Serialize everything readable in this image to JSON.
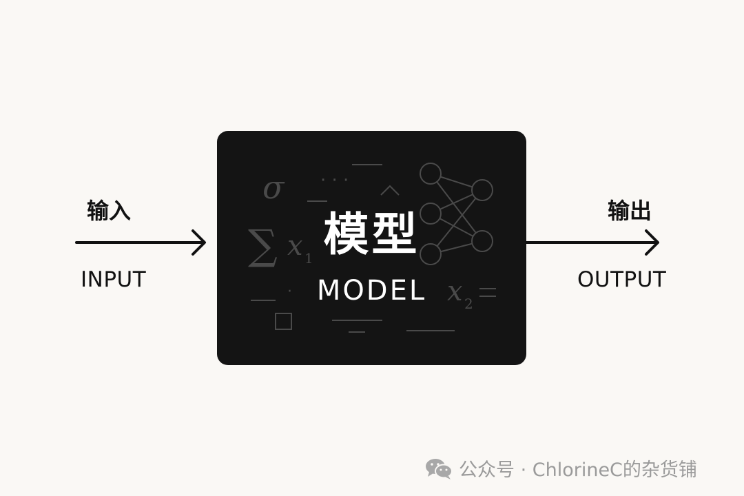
{
  "input": {
    "label_cn": "输入",
    "label_en": "INPUT"
  },
  "model": {
    "label_cn": "模型",
    "label_en": "MODEL",
    "background": "#141414"
  },
  "output": {
    "label_cn": "输出",
    "label_en": "OUTPUT"
  },
  "decoration": {
    "sigma": "σ",
    "sum": "∑",
    "dots": "· · ·",
    "caret": "^",
    "x1_base": "x",
    "x1_sub": "1",
    "x2_base": "x",
    "x2_sub": "2",
    "dot": "·",
    "icons": [
      "neural-network-icon",
      "square-icon"
    ]
  },
  "watermark": {
    "icon": "wechat-icon",
    "text": "公众号 · ChlorineC的杂货铺"
  },
  "colors": {
    "background": "#faf8f5",
    "ink": "#111111",
    "deco": "#4a4a4a",
    "watermark": "#9a9a9a"
  }
}
